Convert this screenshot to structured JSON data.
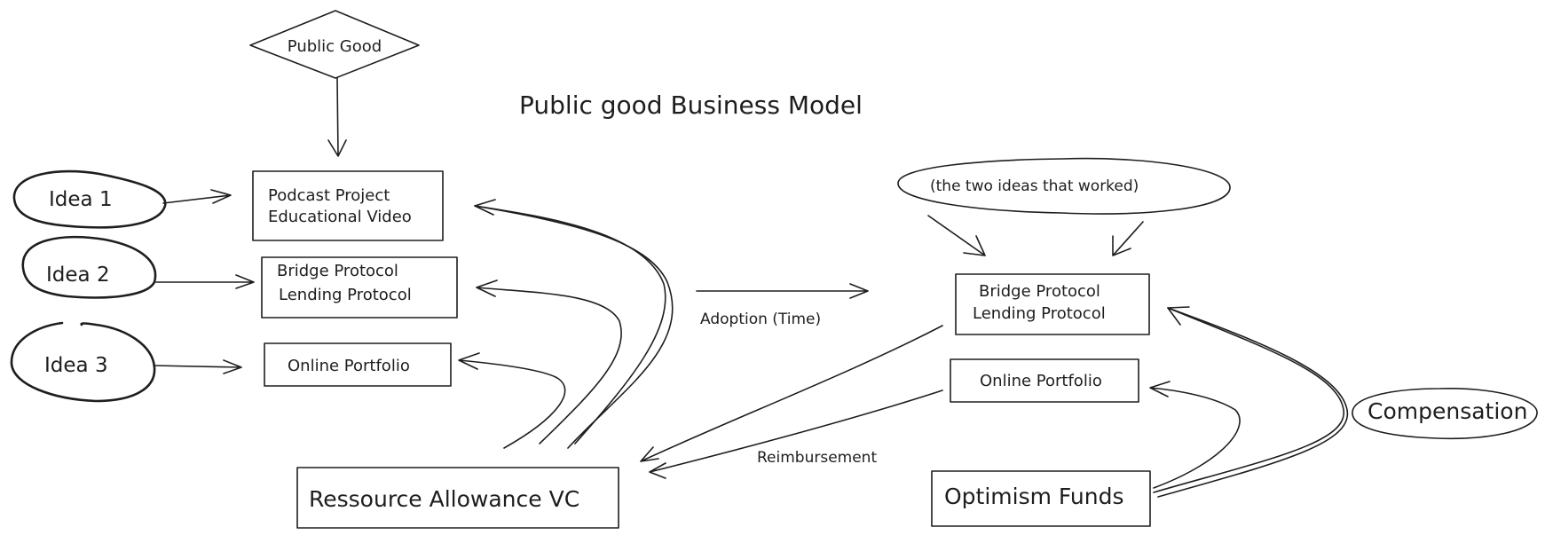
{
  "title": "Public good Business Model",
  "public_good": "Public Good",
  "ideas": {
    "idea1": "Idea 1",
    "idea2": "Idea 2",
    "idea3": "Idea 3"
  },
  "left_boxes": {
    "podcast_line1": "Podcast Project",
    "podcast_line2": "Educational Video",
    "bridge_line1": "Bridge Protocol",
    "bridge_line2": "Lending Protocol",
    "portfolio": "Online Portfolio"
  },
  "right_boxes": {
    "bridge_line1": "Bridge Protocol",
    "bridge_line2": "Lending Protocol",
    "portfolio": "Online Portfolio"
  },
  "worked_note": "(the two ideas that worked)",
  "adoption_label": "Adoption (Time)",
  "reimbursement_label": "Reimbursement",
  "resource_allowance": "Ressource Allowance VC",
  "optimism_funds": "Optimism Funds",
  "compensation": "Compensation"
}
